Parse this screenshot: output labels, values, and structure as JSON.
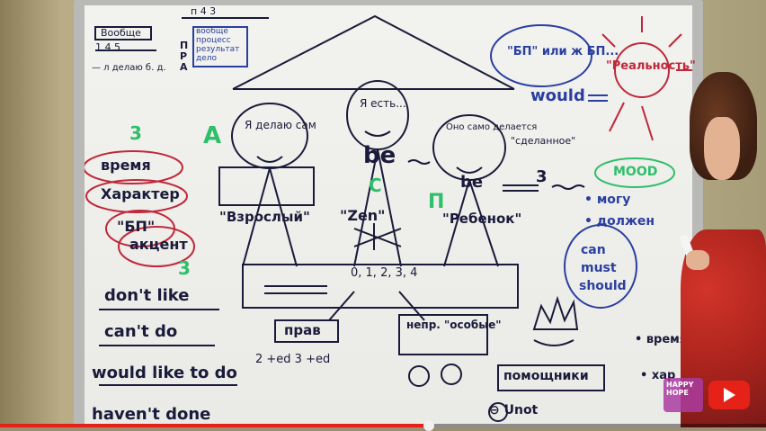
{
  "board": {
    "top_left": {
      "vobshche": "Вообще",
      "nums": "1  4  5",
      "note": "— л  делаю б. д."
    },
    "top_mid": {
      "timeline": "п  4  3",
      "rows": [
        "вообще",
        "процесс",
        "результат",
        "дело"
      ],
      "side": [
        "П",
        "Р",
        "А"
      ]
    },
    "top_right": {
      "bp": "\"БП\" или ж БП...",
      "realnost": "\"Реальность\"",
      "would": "would"
    },
    "ya_delayu": "Я делаю сам",
    "ya_est": "Я есть...",
    "ono_samo": "Оно само делается",
    "sdelannoe": "\"сделанное\"",
    "be1": "be",
    "be2": "be",
    "vzrosly": "\"Взрослый\"",
    "zen": "\"Zen\"",
    "rebenok": "\"Ребенок\"",
    "letters": {
      "a": "А",
      "s": "С",
      "p": "П",
      "three_a": "3",
      "three_b": "3",
      "three_c": "3"
    },
    "left_ovals": [
      "время",
      "Характер",
      "\"БП\"",
      "акцент"
    ],
    "box_numbers": "0, 1, 2, 3, 4",
    "prav": "прав",
    "nepr": "непр. \"особые\"",
    "dont_like": "don't like",
    "cant_do": "can't do",
    "would_like": "would like to do",
    "ed_notes": "2 +ed   3 +ed",
    "havent_done": "haven't done",
    "mood": "MOOD",
    "modals_ru": [
      "• могу",
      "• должен"
    ],
    "modals_en": [
      "can",
      "must",
      "should"
    ],
    "pomoshniki": "помощники",
    "unot": "⊖ Unot",
    "right_edge": [
      "• время",
      "• хар"
    ],
    "logo_text": "HAPPY HOPE"
  },
  "player": {
    "progress_fraction": 0.56
  }
}
